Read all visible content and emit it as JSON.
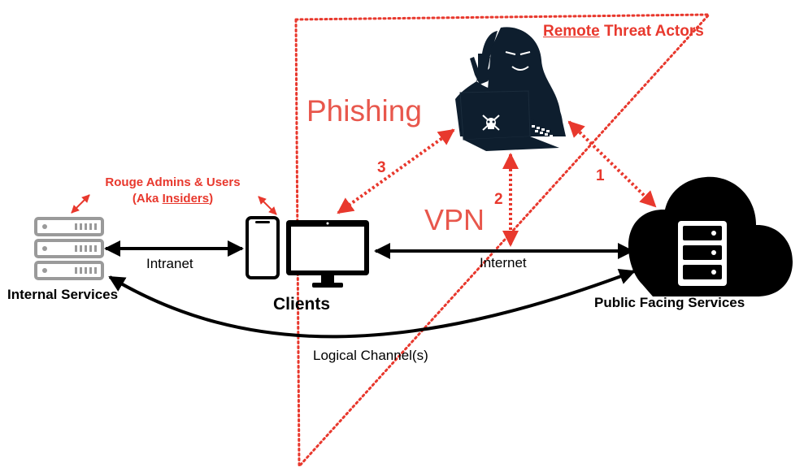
{
  "labels": {
    "remote_underlined": "Remote",
    "remote_rest": " Threat Actors",
    "phishing": "Phishing",
    "vpn": "VPN",
    "rouge_line1": "Rouge Admins & Users",
    "rouge_line2_prefix": "(Aka ",
    "rouge_line2_underlined": "Insiders",
    "rouge_line2_suffix": ")",
    "intranet": "Intranet",
    "internet": "Internet",
    "internal_services": "Internal Services",
    "clients": "Clients",
    "public_facing_services": "Public Facing Services",
    "logical_channels": "Logical Channel(s)",
    "num_1": "1",
    "num_2": "2",
    "num_3": "3"
  },
  "colors": {
    "accent_red": "#e8382d",
    "line_black": "#000000",
    "hacker_navy": "#0e1e2e",
    "server_gray": "#9a9a9a"
  },
  "icons": [
    "server-rack-icon",
    "smartphone-icon",
    "monitor-icon",
    "cloud-server-icon",
    "hacker-laptop-icon"
  ]
}
